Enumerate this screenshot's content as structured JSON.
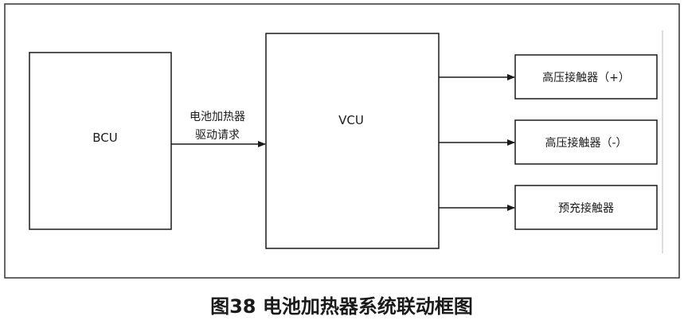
{
  "diagram": {
    "bcu_label": "BCU",
    "vcu_label": "VCU",
    "request_label_line1": "电池加热器",
    "request_label_line2": "驱动请求",
    "outputs": [
      {
        "label": "高压接触器（+）"
      },
      {
        "label": "高压接触器（-）"
      },
      {
        "label": "预充接触器"
      }
    ]
  },
  "caption": "图38 电池加热器系统联动框图",
  "colors": {
    "stroke": "#1a1a1a",
    "frame": "#333333",
    "background": "#ffffff"
  }
}
